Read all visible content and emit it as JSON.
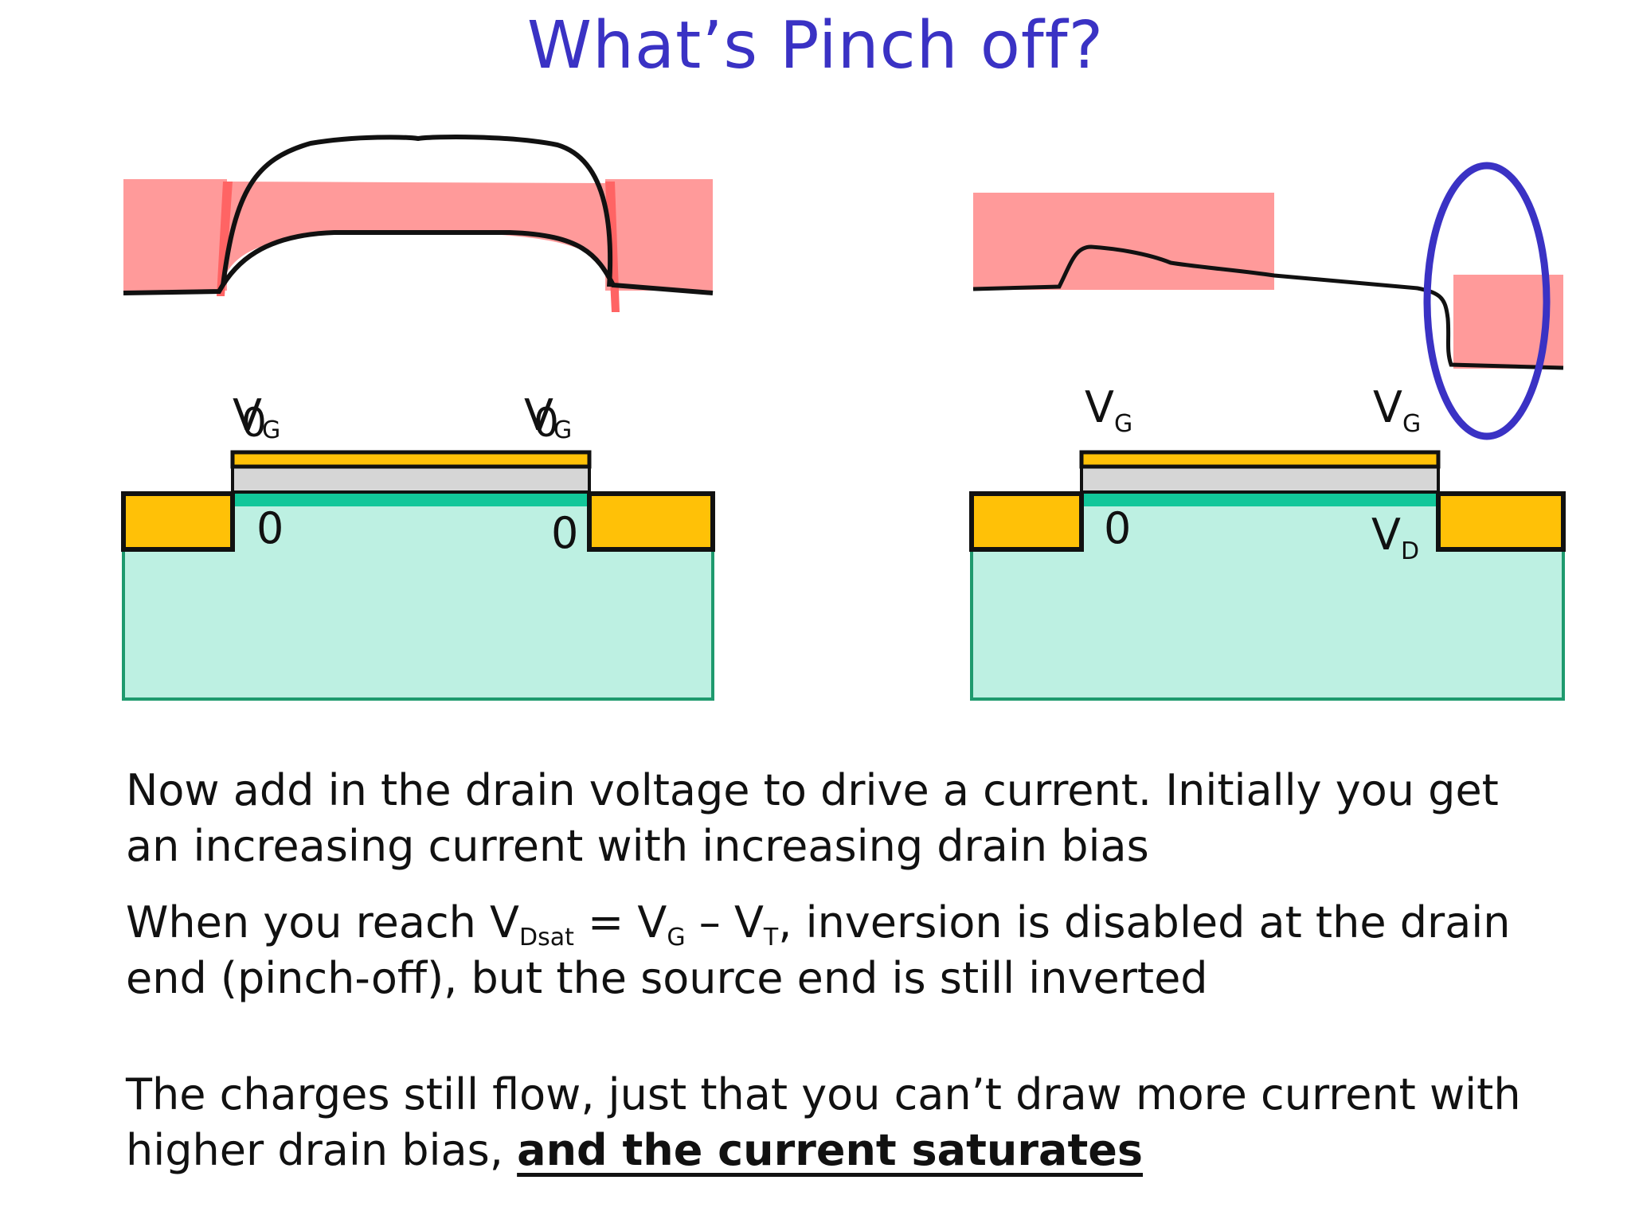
{
  "title": "What’s Pinch off?",
  "labels": {
    "gate_v": "V",
    "gate_sub": "G",
    "zero": "0",
    "drain_v": "V",
    "drain_sub": "D"
  },
  "paragraphs": {
    "p1": "Now add in the drain voltage to drive a current. Initially you get an increasing current with increasing drain bias",
    "p2_a": "When you reach V",
    "p2_sub1": "Dsat",
    "p2_b": " = V",
    "p2_sub2": "G",
    "p2_c": " – V",
    "p2_sub3": "T",
    "p2_d": ", inversion is disabled at the drain end (pinch-off), but the source end is still inverted",
    "p3_a": "The charges still flow, just that you can’t draw more current with higher drain bias, ",
    "p3_emph": "and the current saturates "
  },
  "colors": {
    "title": "#3a32c4",
    "band_fill": "#ff9a9a",
    "substrate": "#bdf0e2",
    "substrate_border": "#1e9a6e",
    "contact": "#ffc107",
    "oxide": "#d6d6d6",
    "channel": "#12c79a",
    "ellipse": "#3a32c4"
  }
}
